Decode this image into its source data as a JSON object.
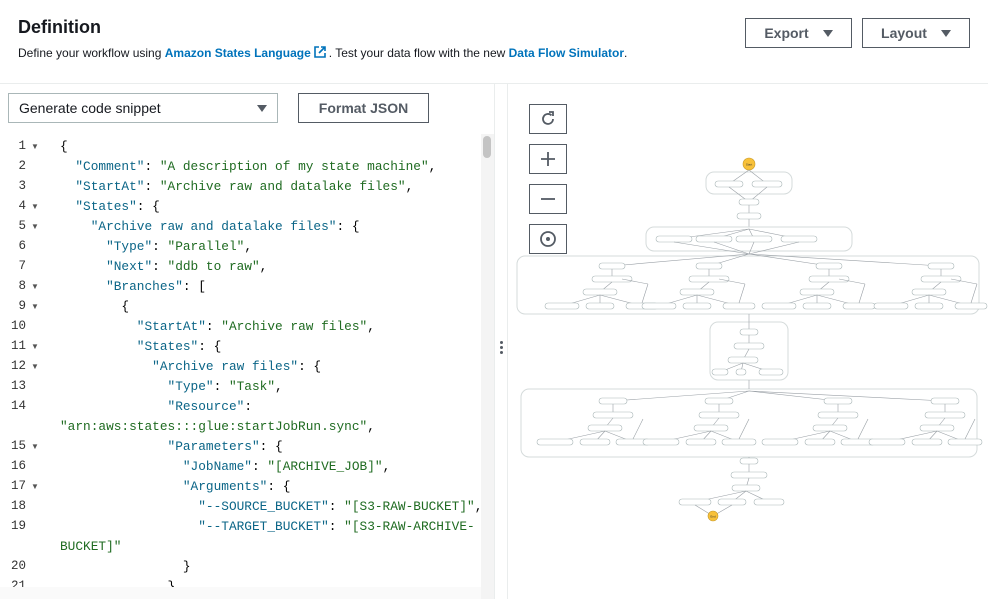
{
  "header": {
    "title": "Definition",
    "subtitle_pre": "Define your workflow using ",
    "asl_link": "Amazon States Language",
    "subtitle_mid": ". Test your data flow with the new ",
    "simulator_link": "Data Flow Simulator",
    "subtitle_post": ".",
    "export_label": "Export",
    "layout_label": "Layout"
  },
  "editor": {
    "snippet_select": "Generate code snippet",
    "format_label": "Format JSON",
    "lines": [
      {
        "n": "1",
        "fold": true,
        "parts": [
          [
            "p",
            "{"
          ]
        ]
      },
      {
        "n": "2",
        "fold": false,
        "parts": [
          [
            "p",
            "  "
          ],
          [
            "k",
            "\"Comment\""
          ],
          [
            "p",
            ": "
          ],
          [
            "s",
            "\"A description of my state machine\""
          ],
          [
            "p",
            ","
          ]
        ]
      },
      {
        "n": "3",
        "fold": false,
        "parts": [
          [
            "p",
            "  "
          ],
          [
            "k",
            "\"StartAt\""
          ],
          [
            "p",
            ": "
          ],
          [
            "s",
            "\"Archive raw and datalake files\""
          ],
          [
            "p",
            ","
          ]
        ]
      },
      {
        "n": "4",
        "fold": true,
        "parts": [
          [
            "p",
            "  "
          ],
          [
            "k",
            "\"States\""
          ],
          [
            "p",
            ": {"
          ]
        ]
      },
      {
        "n": "5",
        "fold": true,
        "parts": [
          [
            "p",
            "    "
          ],
          [
            "k",
            "\"Archive raw and datalake files\""
          ],
          [
            "p",
            ": {"
          ]
        ]
      },
      {
        "n": "6",
        "fold": false,
        "parts": [
          [
            "p",
            "      "
          ],
          [
            "k",
            "\"Type\""
          ],
          [
            "p",
            ": "
          ],
          [
            "s",
            "\"Parallel\""
          ],
          [
            "p",
            ","
          ]
        ]
      },
      {
        "n": "7",
        "fold": false,
        "parts": [
          [
            "p",
            "      "
          ],
          [
            "k",
            "\"Next\""
          ],
          [
            "p",
            ": "
          ],
          [
            "s",
            "\"ddb to raw\""
          ],
          [
            "p",
            ","
          ]
        ]
      },
      {
        "n": "8",
        "fold": true,
        "parts": [
          [
            "p",
            "      "
          ],
          [
            "k",
            "\"Branches\""
          ],
          [
            "p",
            ": ["
          ]
        ]
      },
      {
        "n": "9",
        "fold": true,
        "parts": [
          [
            "p",
            "        {"
          ]
        ]
      },
      {
        "n": "10",
        "fold": false,
        "parts": [
          [
            "p",
            "          "
          ],
          [
            "k",
            "\"StartAt\""
          ],
          [
            "p",
            ": "
          ],
          [
            "s",
            "\"Archive raw files\""
          ],
          [
            "p",
            ","
          ]
        ]
      },
      {
        "n": "11",
        "fold": true,
        "parts": [
          [
            "p",
            "          "
          ],
          [
            "k",
            "\"States\""
          ],
          [
            "p",
            ": {"
          ]
        ]
      },
      {
        "n": "12",
        "fold": true,
        "parts": [
          [
            "p",
            "            "
          ],
          [
            "k",
            "\"Archive raw files\""
          ],
          [
            "p",
            ": {"
          ]
        ]
      },
      {
        "n": "13",
        "fold": false,
        "parts": [
          [
            "p",
            "              "
          ],
          [
            "k",
            "\"Type\""
          ],
          [
            "p",
            ": "
          ],
          [
            "s",
            "\"Task\""
          ],
          [
            "p",
            ","
          ]
        ]
      },
      {
        "n": "14",
        "fold": false,
        "parts": [
          [
            "p",
            "              "
          ],
          [
            "k",
            "\"Resource\""
          ],
          [
            "p",
            ":"
          ]
        ]
      },
      {
        "n": "",
        "fold": false,
        "parts": [
          [
            "s",
            "\"arn:aws:states:::glue:startJobRun.sync\""
          ],
          [
            "p",
            ","
          ]
        ]
      },
      {
        "n": "15",
        "fold": true,
        "parts": [
          [
            "p",
            "              "
          ],
          [
            "k",
            "\"Parameters\""
          ],
          [
            "p",
            ": {"
          ]
        ]
      },
      {
        "n": "16",
        "fold": false,
        "parts": [
          [
            "p",
            "                "
          ],
          [
            "k",
            "\"JobName\""
          ],
          [
            "p",
            ": "
          ],
          [
            "s",
            "\"[ARCHIVE_JOB]\""
          ],
          [
            "p",
            ","
          ]
        ]
      },
      {
        "n": "17",
        "fold": true,
        "parts": [
          [
            "p",
            "                "
          ],
          [
            "k",
            "\"Arguments\""
          ],
          [
            "p",
            ": {"
          ]
        ]
      },
      {
        "n": "18",
        "fold": false,
        "parts": [
          [
            "p",
            "                  "
          ],
          [
            "k",
            "\"--SOURCE_BUCKET\""
          ],
          [
            "p",
            ": "
          ],
          [
            "s",
            "\"[S3-RAW-BUCKET]\""
          ],
          [
            "p",
            ","
          ]
        ]
      },
      {
        "n": "19",
        "fold": false,
        "parts": [
          [
            "p",
            "                  "
          ],
          [
            "k",
            "\"--TARGET_BUCKET\""
          ],
          [
            "p",
            ": "
          ],
          [
            "s",
            "\"[S3-RAW-ARCHIVE-"
          ]
        ]
      },
      {
        "n": "",
        "fold": false,
        "parts": [
          [
            "s",
            "BUCKET]\""
          ]
        ]
      },
      {
        "n": "20",
        "fold": false,
        "parts": [
          [
            "p",
            "                }"
          ]
        ]
      },
      {
        "n": "21",
        "fold": false,
        "parts": [
          [
            "p",
            "              }"
          ]
        ]
      }
    ]
  },
  "graph": {
    "start_label": "Start",
    "end_label": "End",
    "accent_node": "#f8c13a",
    "border_color": "#d5dbdb"
  },
  "colors": {
    "link": "#0073bb",
    "key": "#0b6587",
    "string": "#1f6b21",
    "button_border": "#545b64"
  }
}
